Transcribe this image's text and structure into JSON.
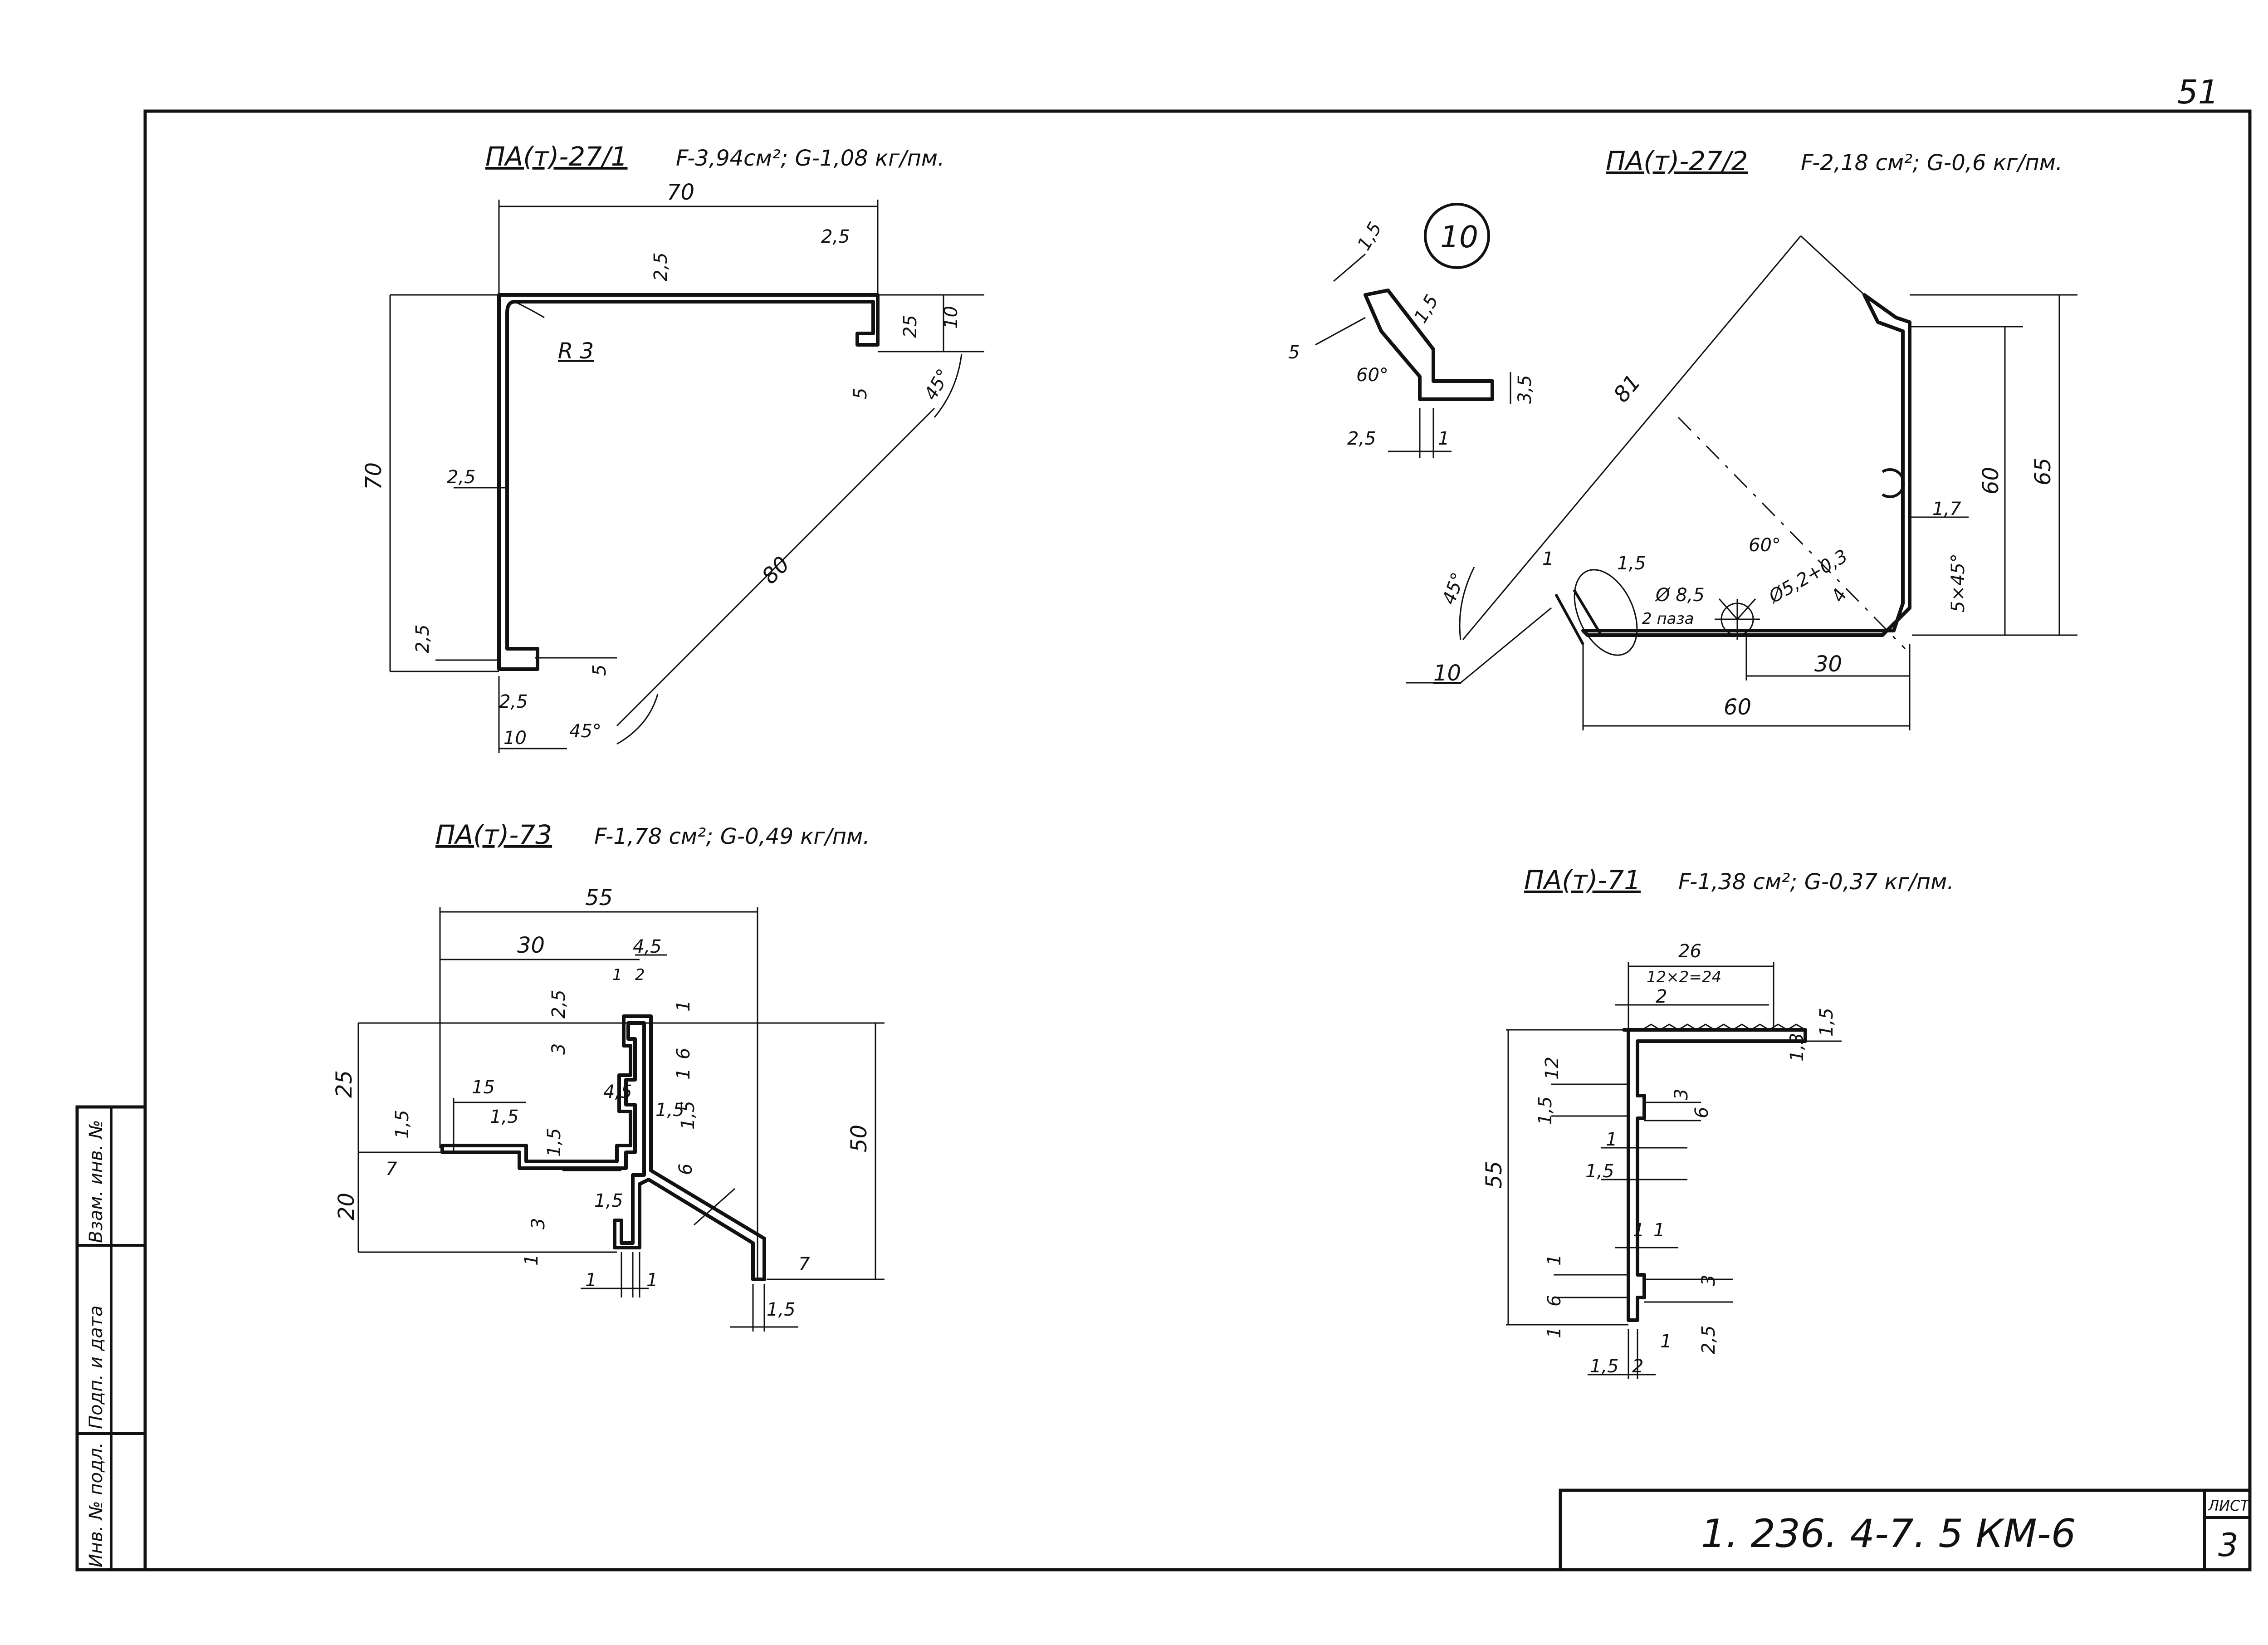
{
  "sheet": {
    "page_number_corner": "51",
    "stamp_code": "1. 236. 4-7. 5  КМ-6",
    "sheet_label": "ЛИСТ",
    "sheet_number": "3",
    "side_stamp": [
      "Инв. № подл.",
      "Подп. и дата",
      "Взам. инв. №"
    ]
  },
  "profiles": {
    "p27_1": {
      "name": "ПА(т)-27/1",
      "props": "F-3,94см²; G-1,08 кг/пм.",
      "dims": [
        "70",
        "2,5",
        "2,5",
        "25",
        "10",
        "R 3",
        "5",
        "45°",
        "70",
        "2,5",
        "80",
        "2,5",
        "5",
        "2,5",
        "10",
        "45°"
      ]
    },
    "p27_2": {
      "name": "ПА(т)-27/2",
      "props": "F-2,18 см²; G-0,6 кг/пм.",
      "callout": "10",
      "detail_dims": [
        "1,5",
        "5",
        "1,5",
        "60°",
        "3,5",
        "2,5",
        "1"
      ],
      "dims": [
        "81",
        "60",
        "65",
        "1,7",
        "5×45°",
        "60°",
        "Ø5,2+0,3",
        "4",
        "Ø 8,5",
        "2 паза",
        "1,5",
        "1",
        "45°",
        "10",
        "30",
        "60"
      ]
    },
    "p73": {
      "name": "ПА(т)-73",
      "props": "F-1,78 см²; G-0,49 кг/пм.",
      "dims": [
        "55",
        "30",
        "4,5",
        "1",
        "2",
        "2,5",
        "1",
        "3",
        "6",
        "1",
        "4,5",
        "1,5",
        "1,5",
        "25",
        "15",
        "1,5",
        "1,5",
        "1,5",
        "6",
        "7",
        "50",
        "20",
        "1,5",
        "3",
        "1",
        "1",
        "1",
        "7",
        "1,5"
      ]
    },
    "p71": {
      "name": "ПА(т)-71",
      "props": "F-1,38 см²; G-0,37 кг/пм.",
      "dims": [
        "26",
        "12×2=24",
        "2",
        "1,5",
        "1,3",
        "12",
        "3",
        "1,5",
        "6",
        "1",
        "1,5",
        "55",
        "1",
        "1",
        "1",
        "3",
        "6",
        "1",
        "1",
        "2,5",
        "1,5",
        "2"
      ]
    }
  }
}
